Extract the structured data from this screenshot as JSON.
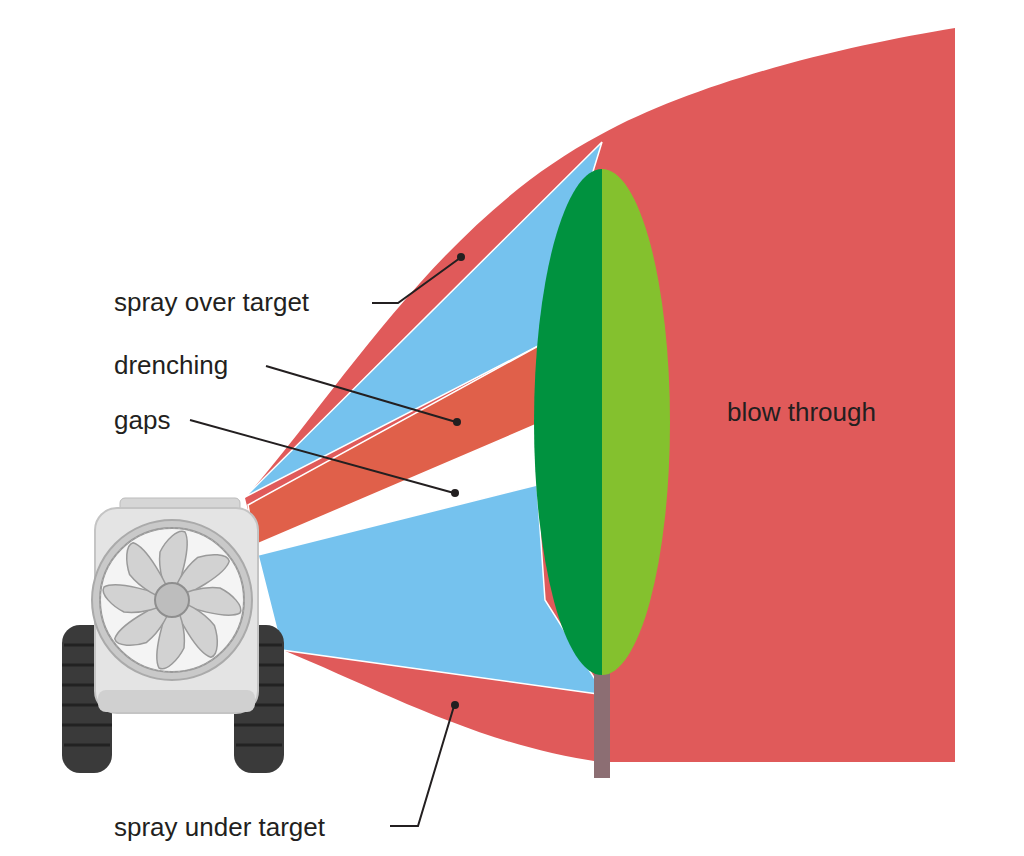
{
  "diagram": {
    "labels": [
      "spray over target",
      "drenching",
      "gaps",
      "spray under target",
      "blow through"
    ]
  }
}
